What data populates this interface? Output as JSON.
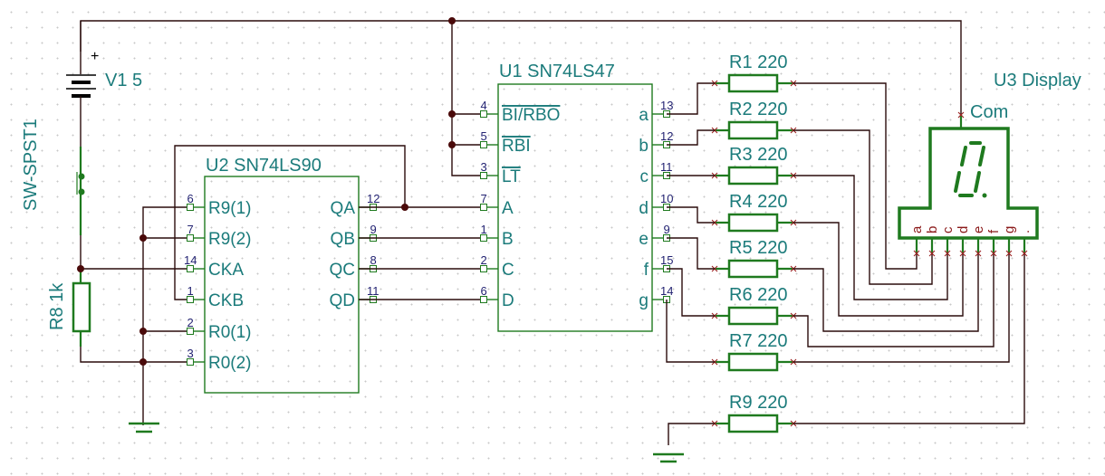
{
  "title": "BCD counter to 7-segment display schematic",
  "components": {
    "v1": {
      "label": "V1 5",
      "polarity": "+"
    },
    "sw": {
      "label": "SW-SPST1"
    },
    "r8": {
      "label": "R8 1k"
    },
    "u2": {
      "label": "U2 SN74LS90",
      "left_pins": [
        {
          "num": "6",
          "name": "R9(1)"
        },
        {
          "num": "7",
          "name": "R9(2)"
        },
        {
          "num": "14",
          "name": "CKA"
        },
        {
          "num": "1",
          "name": "CKB"
        },
        {
          "num": "2",
          "name": "R0(1)"
        },
        {
          "num": "3",
          "name": "R0(2)"
        }
      ],
      "right_pins": [
        {
          "num": "12",
          "name": "QA"
        },
        {
          "num": "9",
          "name": "QB"
        },
        {
          "num": "8",
          "name": "QC"
        },
        {
          "num": "11",
          "name": "QD"
        }
      ]
    },
    "u1": {
      "label": "U1 SN74LS47",
      "left_pins": [
        {
          "num": "4",
          "name": "BI/RBO"
        },
        {
          "num": "5",
          "name": "RBI"
        },
        {
          "num": "3",
          "name": "LT"
        },
        {
          "num": "7",
          "name": "A"
        },
        {
          "num": "1",
          "name": "B"
        },
        {
          "num": "2",
          "name": "C"
        },
        {
          "num": "6",
          "name": "D"
        }
      ],
      "right_pins": [
        {
          "num": "13",
          "name": "a"
        },
        {
          "num": "12",
          "name": "b"
        },
        {
          "num": "11",
          "name": "c"
        },
        {
          "num": "10",
          "name": "d"
        },
        {
          "num": "9",
          "name": "e"
        },
        {
          "num": "15",
          "name": "f"
        },
        {
          "num": "14",
          "name": "g"
        }
      ]
    },
    "resistors": [
      {
        "label": "R1 220"
      },
      {
        "label": "R2 220"
      },
      {
        "label": "R3 220"
      },
      {
        "label": "R4 220"
      },
      {
        "label": "R5 220"
      },
      {
        "label": "R6 220"
      },
      {
        "label": "R7 220"
      },
      {
        "label": "R9 220"
      }
    ],
    "u3": {
      "label": "U3 Display",
      "common_label": "Com",
      "digit": "0",
      "segments": [
        "a",
        "b",
        "c",
        "d",
        "e",
        "f",
        "g",
        "."
      ]
    }
  }
}
